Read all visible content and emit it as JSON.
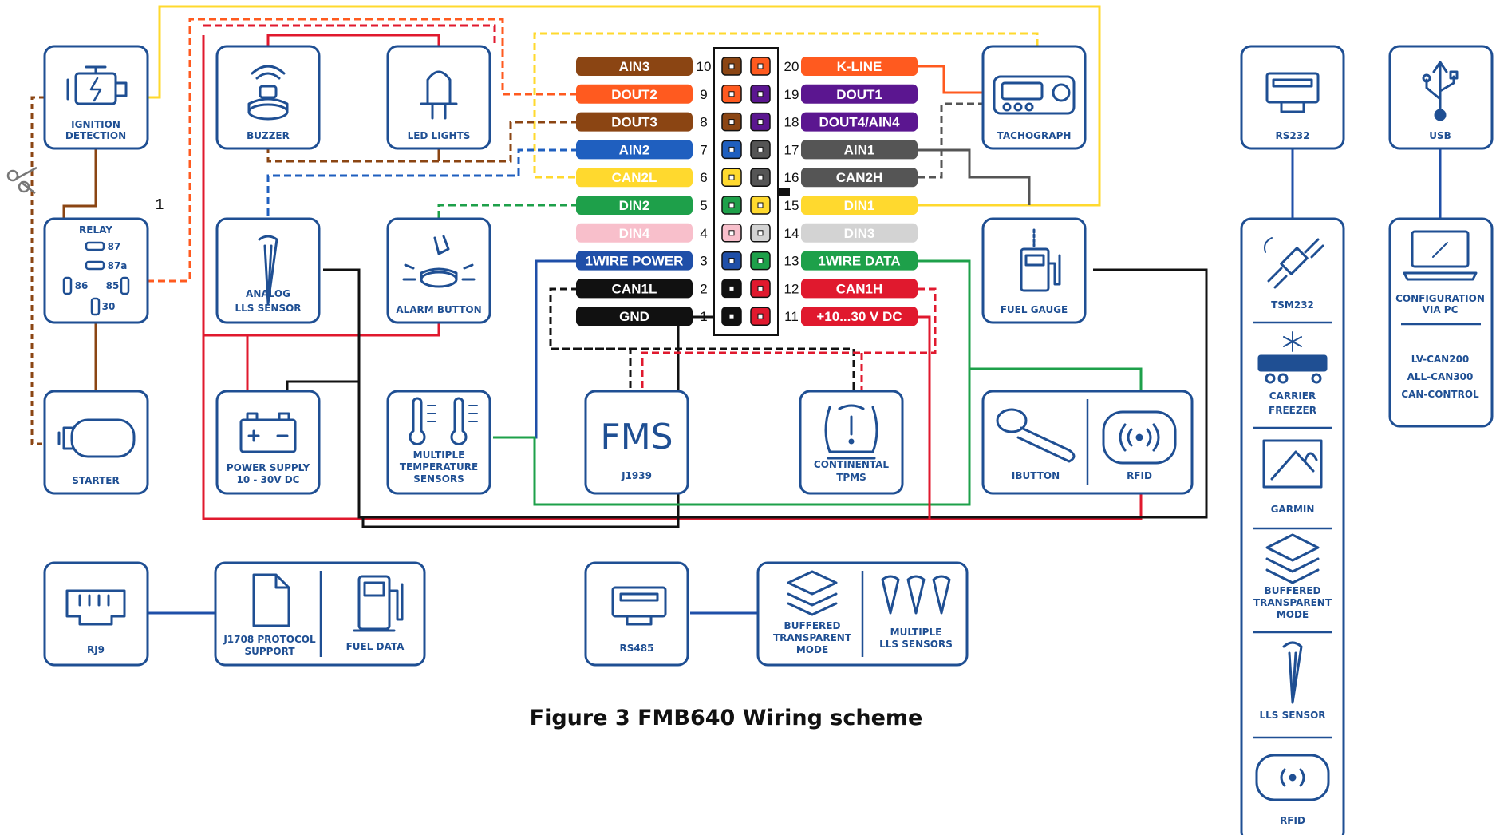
{
  "caption": "Figure 3 FMB640 Wiring scheme",
  "relay_number": "1",
  "boxes": {
    "ignition": [
      "IGNITION",
      "DETECTION"
    ],
    "buzzer": [
      "BUZZER"
    ],
    "led": [
      "LED LIGHTS"
    ],
    "relay_title": "RELAY",
    "relay_pins": {
      "p87": "87",
      "p87a": "87a",
      "p86": "86",
      "p85": "85",
      "p30": "30"
    },
    "starter": [
      "STARTER"
    ],
    "analog_lls": [
      "ANALOG",
      "LLS SENSOR"
    ],
    "alarm": [
      "ALARM BUTTON"
    ],
    "power": [
      "POWER SUPPLY",
      "10 - 30V DC"
    ],
    "multi_temp": [
      "MULTIPLE",
      "TEMPERATURE",
      "SENSORS"
    ],
    "fms_logo": "FMS",
    "fms": [
      "J1939"
    ],
    "tpms": [
      "CONTINENTAL",
      "TPMS"
    ],
    "tachograph": [
      "TACHOGRAPH"
    ],
    "fuel_gauge": [
      "FUEL GAUGE"
    ],
    "ibutton": [
      "IBUTTON"
    ],
    "rfid": [
      "RFID"
    ],
    "rj9": [
      "RJ9"
    ],
    "j1708": [
      "J1708 PROTOCOL",
      "SUPPORT"
    ],
    "fuel_data": [
      "FUEL DATA"
    ],
    "rs485": [
      "RS485"
    ],
    "buffered1": [
      "BUFFERED",
      "TRANSPARENT",
      "MODE"
    ],
    "multi_lls": [
      "MULTIPLE",
      "LLS SENSORS"
    ],
    "rs232": [
      "RS232"
    ],
    "usb": [
      "USB"
    ],
    "tsm232": [
      "TSM232"
    ],
    "carrier": [
      "CARRIER",
      "FREEZER"
    ],
    "garmin": [
      "GARMIN"
    ],
    "buffered2": [
      "BUFFERED",
      "TRANSPARENT",
      "MODE"
    ],
    "lls_sensor": [
      "LLS SENSOR"
    ],
    "rfid2": [
      "RFID"
    ],
    "config": [
      "CONFIGURATION",
      "VIA PC"
    ],
    "can_list": [
      "LV-CAN200",
      "ALL-CAN300",
      "CAN-CONTROL"
    ]
  },
  "pins_left": [
    {
      "num": "10",
      "label": "AIN3",
      "color": "#8B4513",
      "text": "#ffffff"
    },
    {
      "num": "9",
      "label": "DOUT2",
      "color": "#FF5A1F",
      "text": "#ffffff"
    },
    {
      "num": "8",
      "label": "DOUT3",
      "color": "#8B4513",
      "text": "#ffffff"
    },
    {
      "num": "7",
      "label": "AIN2",
      "color": "#1F5FBF",
      "text": "#ffffff"
    },
    {
      "num": "6",
      "label": "CAN2L",
      "color": "#FFD92E",
      "text": "#ffffff"
    },
    {
      "num": "5",
      "label": "DIN2",
      "color": "#1EA04A",
      "text": "#ffffff"
    },
    {
      "num": "4",
      "label": "DIN4",
      "color": "#F8BFCB",
      "text": "#ffffff"
    },
    {
      "num": "3",
      "label": "1WIRE POWER",
      "color": "#1F4FA8",
      "text": "#ffffff"
    },
    {
      "num": "2",
      "label": "CAN1L",
      "color": "#111111",
      "text": "#ffffff"
    },
    {
      "num": "1",
      "label": "GND",
      "color": "#111111",
      "text": "#ffffff"
    }
  ],
  "pins_right": [
    {
      "num": "20",
      "label": "K-LINE",
      "color": "#FF5A1F",
      "text": "#ffffff"
    },
    {
      "num": "19",
      "label": "DOUT1",
      "color": "#5B1690",
      "text": "#ffffff"
    },
    {
      "num": "18",
      "label": "DOUT4/AIN4",
      "color": "#5B1690",
      "text": "#ffffff"
    },
    {
      "num": "17",
      "label": "AIN1",
      "color": "#555555",
      "text": "#ffffff"
    },
    {
      "num": "16",
      "label": "CAN2H",
      "color": "#555555",
      "text": "#ffffff"
    },
    {
      "num": "15",
      "label": "DIN1",
      "color": "#FFD92E",
      "text": "#ffffff"
    },
    {
      "num": "14",
      "label": "DIN3",
      "color": "#D3D3D3",
      "text": "#ffffff"
    },
    {
      "num": "13",
      "label": "1WIRE DATA",
      "color": "#1EA04A",
      "text": "#ffffff"
    },
    {
      "num": "12",
      "label": "CAN1H",
      "color": "#E0192E",
      "text": "#ffffff"
    },
    {
      "num": "11",
      "label": "+10...30 V DC",
      "color": "#E0192E",
      "text": "#ffffff"
    }
  ],
  "colors": {
    "box": "#1f4f93",
    "red": "#E0192E",
    "black": "#111111",
    "yellow": "#FFD92E",
    "brown": "#8B4513",
    "orange": "#FF5A1F",
    "blue": "#1F4FA8",
    "green": "#1EA04A",
    "gray": "#555555"
  }
}
